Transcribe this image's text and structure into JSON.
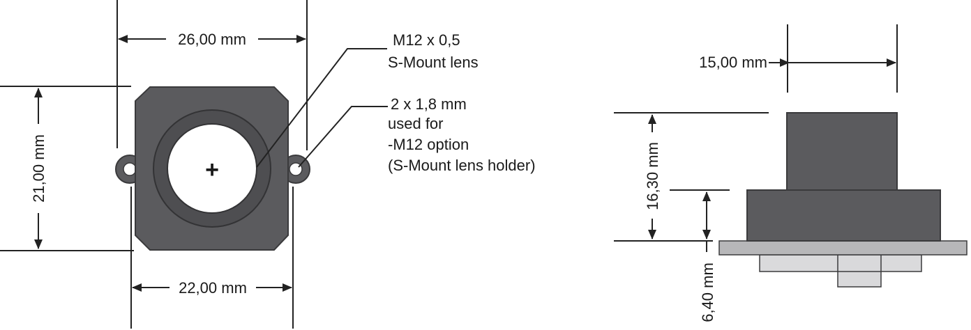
{
  "front_view": {
    "width_outer": "26,00 mm",
    "width_inner": "22,00 mm",
    "height": "21,00 mm",
    "center_mark": "+"
  },
  "callouts": {
    "lens_line1": "M12 x 0,5",
    "lens_line2": "S-Mount lens",
    "hole_line1": "2 x 1,8 mm",
    "hole_line2": "used for",
    "hole_line3": "-M12 option",
    "hole_line4": "(S-Mount lens holder)"
  },
  "side_view": {
    "top_width": "15,00 mm",
    "total_height": "16,30 mm",
    "base_height": "6,40 mm"
  },
  "colors": {
    "body_dark": "#5b5b5e",
    "body_ring": "#4a4a4d",
    "body_outline": "#3a3a3c",
    "pcb": "#b7b7b9",
    "pcb_light": "#dadadc",
    "connector": "#d9d9db"
  }
}
